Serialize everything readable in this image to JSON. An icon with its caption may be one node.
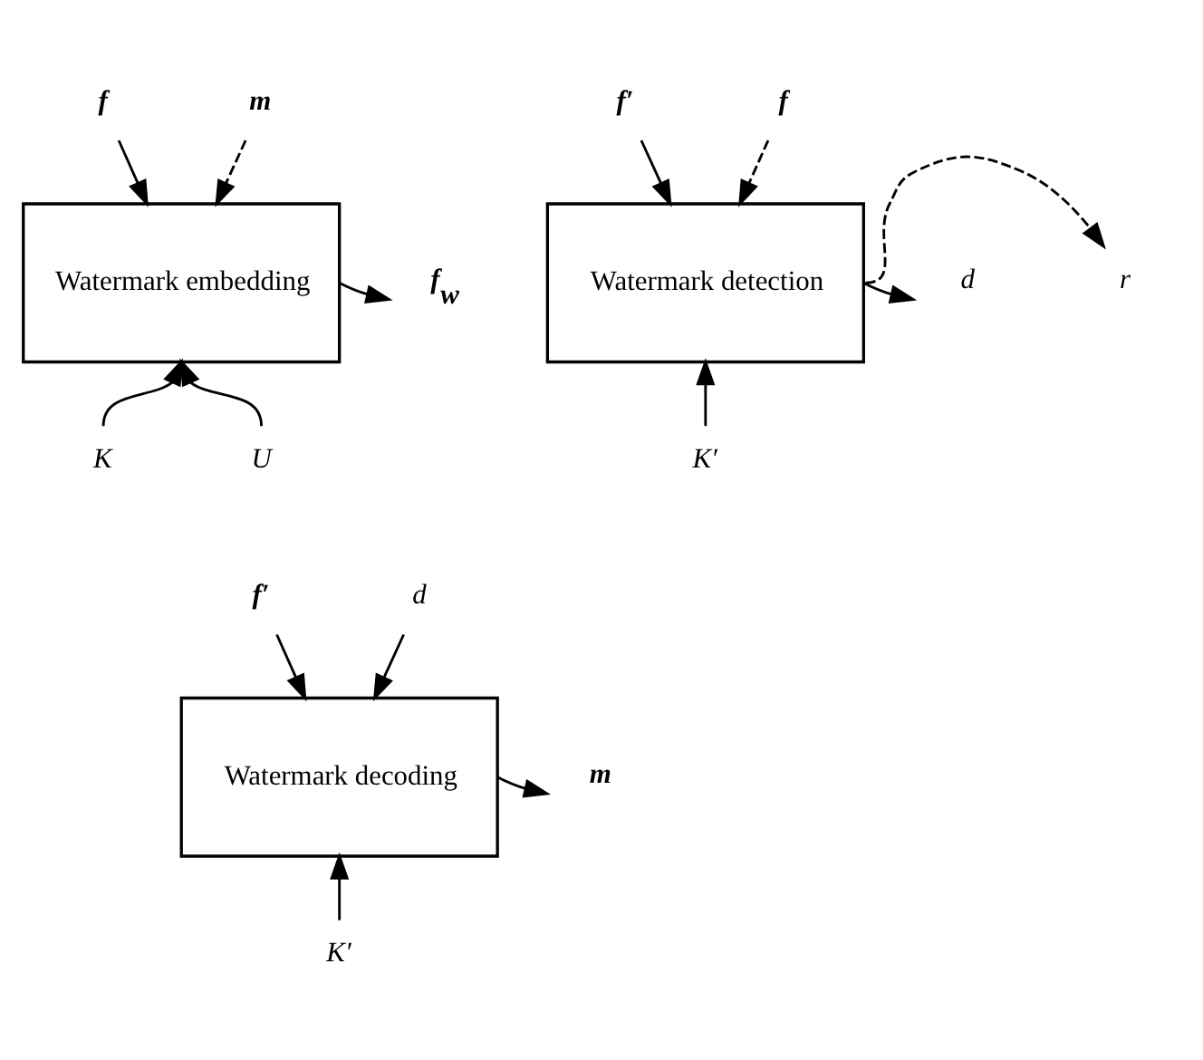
{
  "diagram": {
    "nodes": [
      {
        "text": [
          "f"
        ]
      },
      {
        "text": [
          "m"
        ]
      },
      {
        "text": [
          "Watermark embedding"
        ]
      },
      {
        "text": [
          "f$_{w}$"
        ]
      },
      {
        "text": [
          "K"
        ]
      },
      {
        "text": [
          "U"
        ]
      },
      {
        "text": [
          "f′"
        ]
      },
      {
        "text": [
          "f"
        ]
      },
      {
        "text": [
          "Watermark detection"
        ]
      },
      {
        "text": [
          "r"
        ]
      },
      {
        "text": [
          "d"
        ]
      },
      {
        "text": [
          "K′"
        ]
      },
      {
        "text": [
          "f′"
        ]
      },
      {
        "text": [
          "d"
        ]
      },
      {
        "text": [
          "Watermark decoding"
        ]
      },
      {
        "text": [
          "m"
        ]
      },
      {
        "text": [
          "K′"
        ]
      }
    ],
    "edges": [
      {
        "from": 0,
        "to": 2,
        "arrow": "to"
      },
      {
        "from": 1,
        "to": 2,
        "arrow": "to",
        "style": "dashed"
      },
      {
        "from": 2,
        "to": 3,
        "arrow": "to"
      },
      {
        "from": 4,
        "to": 2,
        "arrow": "to"
      },
      {
        "from": 5,
        "to": 2,
        "arrow": "to"
      },
      {
        "from": 6,
        "to": 8,
        "arrow": "to"
      },
      {
        "from": 7,
        "to": 8,
        "arrow": "to",
        "style": "dashed"
      },
      {
        "from": 8,
        "to": 9,
        "arrow": "to",
        "style": "dashed"
      },
      {
        "from": 8,
        "to": 10,
        "arrow": "to"
      },
      {
        "from": 11,
        "to": 8,
        "arrow": "to"
      },
      {
        "from": 12,
        "to": 14,
        "arrow": "to"
      },
      {
        "from": 13,
        "to": 14,
        "arrow": "to"
      },
      {
        "from": 14,
        "to": 15,
        "arrow": "to"
      },
      {
        "from": 16,
        "to": 14,
        "arrow": "to"
      }
    ]
  }
}
